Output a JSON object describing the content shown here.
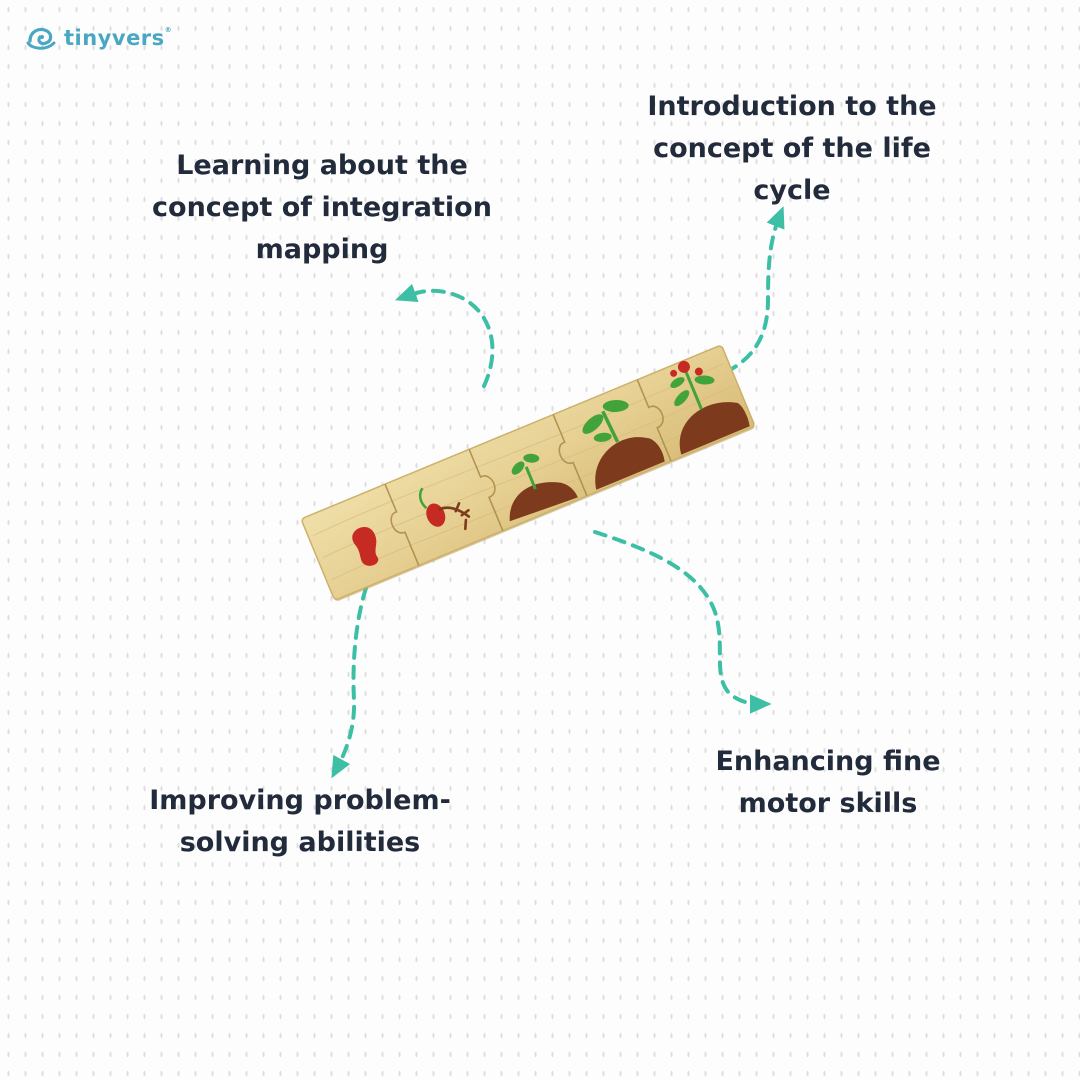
{
  "brand": {
    "name": "tinyvers",
    "trademark": "®",
    "accent": "#49a7c4",
    "icon": "swirl-face-icon"
  },
  "benefits": [
    {
      "lines": [
        "Learning about the",
        "concept of integration",
        "mapping"
      ]
    },
    {
      "lines": [
        "Introduction to the",
        "concept of the life",
        "cycle"
      ]
    },
    {
      "lines": [
        "Improving problem-",
        "solving abilities"
      ]
    },
    {
      "lines": [
        "Enhancing fine",
        "motor skills"
      ]
    }
  ],
  "product": {
    "name": "plant-life-cycle-wooden-puzzle",
    "stages": [
      "seed",
      "germinating-seed",
      "sprout",
      "seedling",
      "flowering-plant"
    ]
  },
  "colors": {
    "text": "#222b3c",
    "arrow": "#3dbfa6",
    "wood": "#e6cf92",
    "soil": "#7d3a1d",
    "leaf": "#43a33b",
    "seed": "#c52a23"
  }
}
